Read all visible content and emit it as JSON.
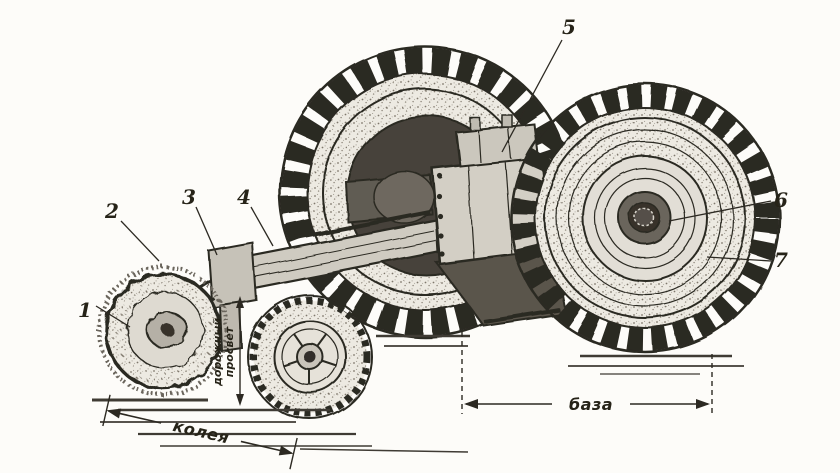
{
  "figure": {
    "paper_color": "#fdfcf9",
    "ink_color": "#2c2922",
    "callouts": [
      {
        "id": "1"
      },
      {
        "id": "2"
      },
      {
        "id": "3"
      },
      {
        "id": "4"
      },
      {
        "id": "5"
      },
      {
        "id": "6"
      },
      {
        "id": "7"
      }
    ],
    "dimensions": {
      "wheelbase": "база",
      "track": "колея",
      "clearance_word_1": "дорожный",
      "clearance_word_2": "просвет"
    }
  }
}
